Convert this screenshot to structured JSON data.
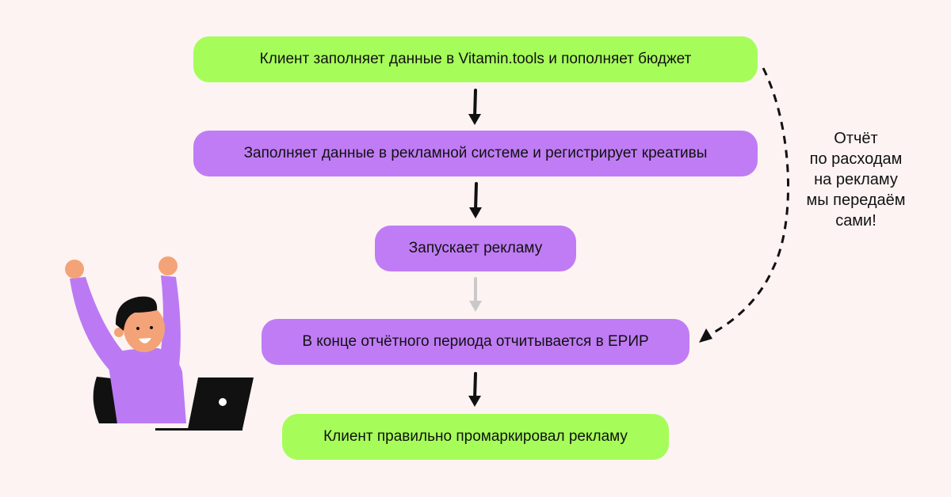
{
  "flow": {
    "steps": [
      {
        "label": "Клиент заполняет данные в Vitamin.tools и пополняет бюджет",
        "color": "#a6fd5a"
      },
      {
        "label": "Заполняет данные в рекламной системе и регистрирует креативы",
        "color": "#c07cf5"
      },
      {
        "label": "Запускает рекламу",
        "color": "#c07cf5"
      },
      {
        "label": "В конце отчётного периода отчитывается в ЕРИР",
        "color": "#c07cf5"
      },
      {
        "label": "Клиент правильно промаркировал рекламу",
        "color": "#a6fd5a"
      }
    ],
    "note_lines": [
      "Отчёт",
      "по расходам",
      "на рекламу",
      "мы передаём",
      "сами!"
    ]
  },
  "colors": {
    "background": "#fdf3f3",
    "green": "#a6fd5a",
    "purple": "#c07cf5",
    "arrow": "#111111",
    "arrow_muted": "#c9c9c9"
  }
}
